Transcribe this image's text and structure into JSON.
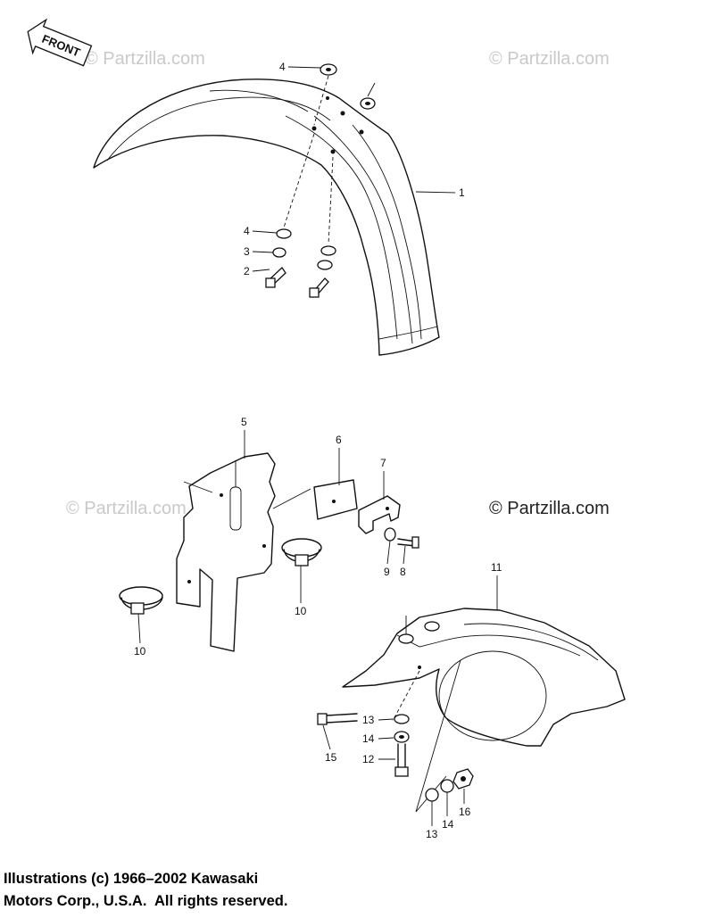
{
  "front_arrow": {
    "label": "FRONT"
  },
  "watermarks": {
    "top_left": "© Partzilla.com",
    "top_right": "© Partzilla.com",
    "mid_left": "© Partzilla.com",
    "mid_right": "© Partzilla.com"
  },
  "callouts": {
    "front_fender": {
      "c1": "1",
      "c2": "2",
      "c3": "3",
      "c4a": "4",
      "c4b": "4"
    },
    "bracket": {
      "c5": "5",
      "c6": "6",
      "c7": "7",
      "c8": "8",
      "c9": "9",
      "c10a": "10",
      "c10b": "10"
    },
    "rear_fender": {
      "c11": "11",
      "c12": "12",
      "c13a": "13",
      "c13b": "13",
      "c14a": "14",
      "c14b": "14",
      "c15": "15",
      "c16": "16"
    }
  },
  "copyright": {
    "line1": "Illustrations (c) 1966–2002 Kawasaki",
    "line2": "Motors Corp., U.S.A.  All rights reserved."
  }
}
